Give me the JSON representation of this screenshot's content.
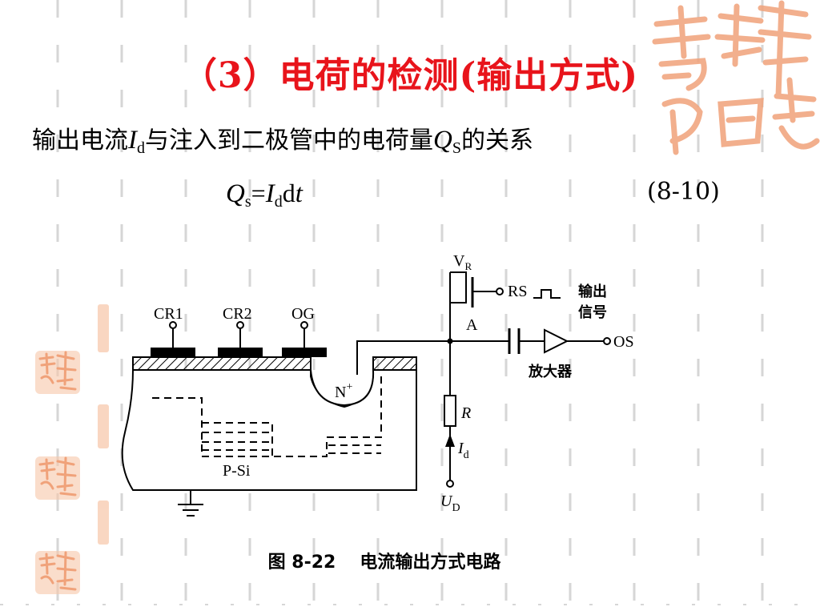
{
  "slide": {
    "title": "（3）电荷的检测(输出方式)",
    "line1_pre": "输出电流",
    "line1_I": "I",
    "line1_d": "d",
    "line1_mid": "与注入到二极管中的电荷量",
    "line1_Q": "Q",
    "line1_S": "S",
    "line1_post": "的关系",
    "formula_Q": "Q",
    "formula_s": "s",
    "formula_eq": "=",
    "formula_I": "I",
    "formula_d": "d",
    "formula_dt_d": "d",
    "formula_t": "t",
    "equation_number": "(8-10)"
  },
  "circuit": {
    "cr1": "CR1",
    "cr2": "CR2",
    "og": "OG",
    "vr": "V",
    "vr_sub": "R",
    "rs": "RS",
    "output_signal_1": "输出",
    "output_signal_2": "信号",
    "node_a": "A",
    "os": "OS",
    "amplifier": "放大器",
    "n_plus": "N",
    "n_plus_sup": "+",
    "r": "R",
    "id": "I",
    "id_sub": "d",
    "ud": "U",
    "ud_sub": "D",
    "psi": "P-Si"
  },
  "caption": {
    "figure_number": "图 8-22",
    "figure_title": "电流输出方式电路"
  },
  "colors": {
    "title": "#e8141b",
    "logo": "#f0a27a",
    "grid": "#d6d6d6"
  }
}
